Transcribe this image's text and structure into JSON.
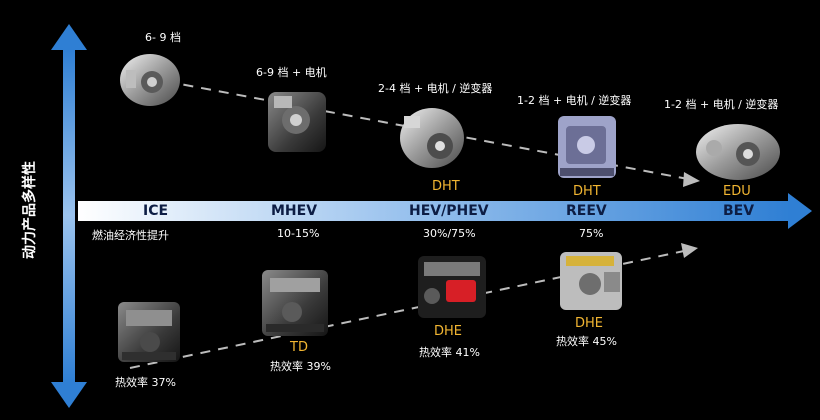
{
  "y_axis_label": "动力产品多样性",
  "x_axis": {
    "stages": [
      "ICE",
      "MHEV",
      "HEV/PHEV",
      "REEV",
      "BEV"
    ],
    "notes": [
      "燃油经济性提升",
      "10-15%",
      "30%/75%",
      "75%"
    ]
  },
  "upper_path": {
    "gear_labels": [
      "6- 9 档",
      "6-9 档 + 电机",
      "2-4 档 + 电机 / 逆变器",
      "1-2 档 + 电机 / 逆变器",
      "1-2 档 + 电机 / 逆变器"
    ],
    "product_labels": [
      "DHT",
      "DHT",
      "EDU"
    ]
  },
  "lower_path": {
    "product_labels": [
      "TD",
      "DHE",
      "DHE"
    ],
    "efficiency_labels": [
      "热效率 37%",
      "热效率 39%",
      "热效率 41%",
      "热效率 45%"
    ]
  },
  "colors": {
    "background": "#000000",
    "axis_arrow": "#2f7fd4",
    "accent_gold": "#f2b632",
    "dash_line": "#bcbcbc"
  }
}
